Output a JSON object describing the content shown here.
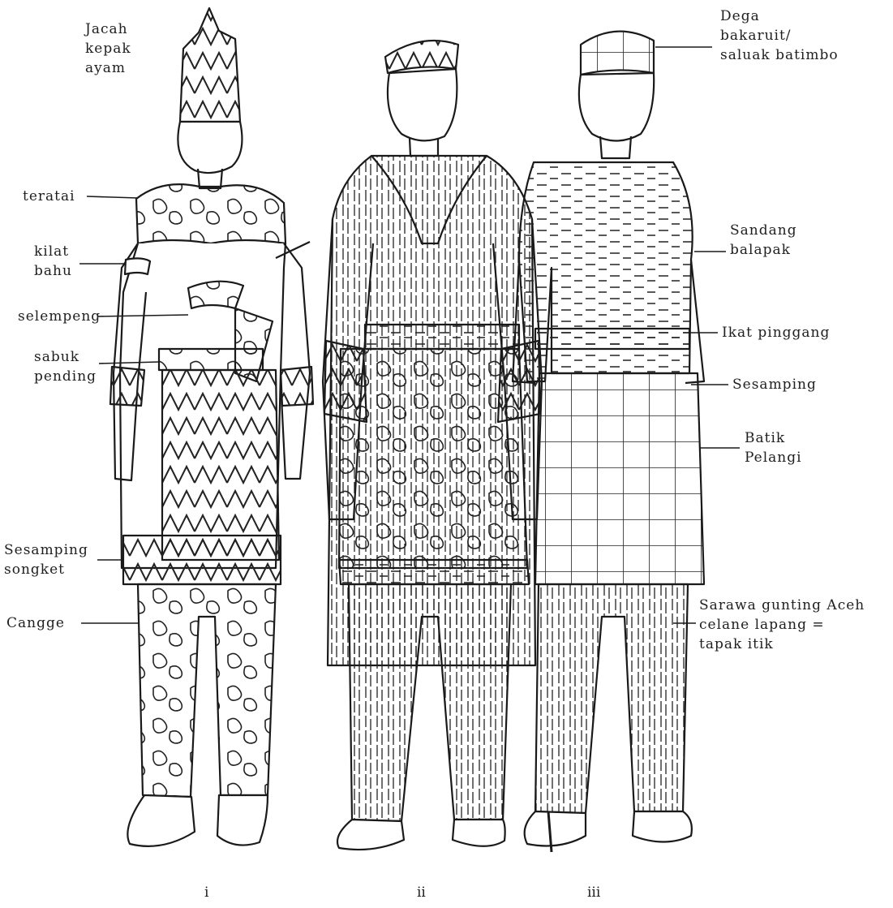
{
  "labels": {
    "jacah": "Jacah\nkepak\nayam",
    "teratai": "teratai",
    "kilat_bahu": "kilat\nbahu",
    "selempeng": "selempeng",
    "sabuk_pending": "sabuk\npending",
    "sesamping_songket": "Sesamping\nsongket",
    "cangge": "Cangge",
    "dega": "Dega\nbakaruit/\nsaluak batimbo",
    "sandang": "Sandang\nbalapak",
    "ikat": "Ikat pinggang",
    "sesamping": "Sesamping",
    "batik": "Batik\nPelangi",
    "sarawa": "Sarawa gunting Aceh\ncelane lapang =\ntapak itik"
  },
  "figure_numbers": [
    "i",
    "ii",
    "iii"
  ],
  "colors": {
    "ink": "#1a1a1a",
    "paper": "#ffffff"
  }
}
